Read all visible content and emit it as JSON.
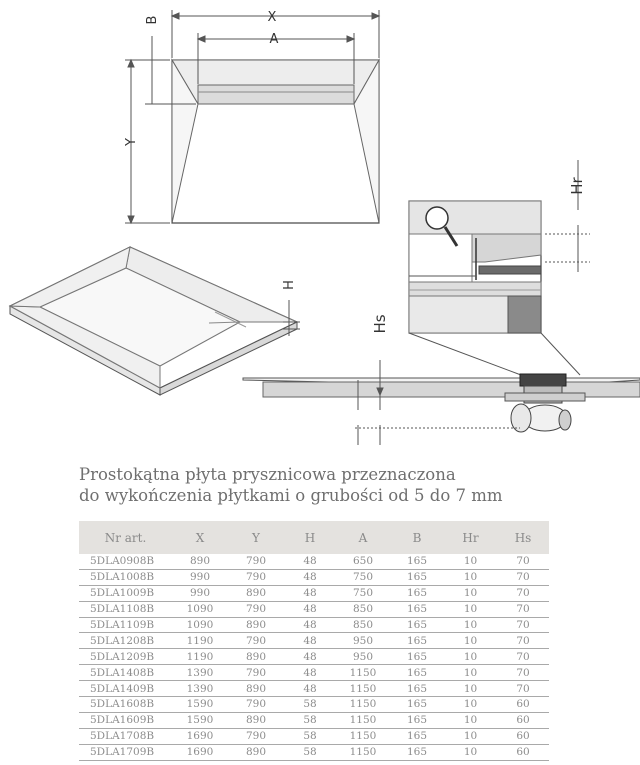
{
  "drawing": {
    "labels": {
      "x": "X",
      "a": "A",
      "b": "B",
      "y": "Y",
      "h": "H",
      "hr": "Hr",
      "hs": "Hs"
    },
    "icons": [
      "magnifier-icon"
    ]
  },
  "heading": {
    "line1": "Prostokątna płyta prysznicowa przeznaczona",
    "line2": "do wykończenia płytkami o grubości od 5 do 7 mm"
  },
  "table": {
    "headers": [
      "Nr art.",
      "X",
      "Y",
      "H",
      "A",
      "B",
      "Hr",
      "Hs"
    ],
    "rows": [
      [
        "5DLA0908B",
        "890",
        "790",
        "48",
        "650",
        "165",
        "10",
        "70"
      ],
      [
        "5DLA1008B",
        "990",
        "790",
        "48",
        "750",
        "165",
        "10",
        "70"
      ],
      [
        "5DLA1009B",
        "990",
        "890",
        "48",
        "750",
        "165",
        "10",
        "70"
      ],
      [
        "5DLA1108B",
        "1090",
        "790",
        "48",
        "850",
        "165",
        "10",
        "70"
      ],
      [
        "5DLA1109B",
        "1090",
        "890",
        "48",
        "850",
        "165",
        "10",
        "70"
      ],
      [
        "5DLA1208B",
        "1190",
        "790",
        "48",
        "950",
        "165",
        "10",
        "70"
      ],
      [
        "5DLA1209B",
        "1190",
        "890",
        "48",
        "950",
        "165",
        "10",
        "70"
      ],
      [
        "5DLA1408B",
        "1390",
        "790",
        "48",
        "1150",
        "165",
        "10",
        "70"
      ],
      [
        "5DLA1409B",
        "1390",
        "890",
        "48",
        "1150",
        "165",
        "10",
        "70"
      ],
      [
        "5DLA1608B",
        "1590",
        "790",
        "58",
        "1150",
        "165",
        "10",
        "60"
      ],
      [
        "5DLA1609B",
        "1590",
        "890",
        "58",
        "1150",
        "165",
        "10",
        "60"
      ],
      [
        "5DLA1708B",
        "1690",
        "790",
        "58",
        "1150",
        "165",
        "10",
        "60"
      ],
      [
        "5DLA1709B",
        "1690",
        "890",
        "58",
        "1150",
        "165",
        "10",
        "60"
      ]
    ]
  }
}
